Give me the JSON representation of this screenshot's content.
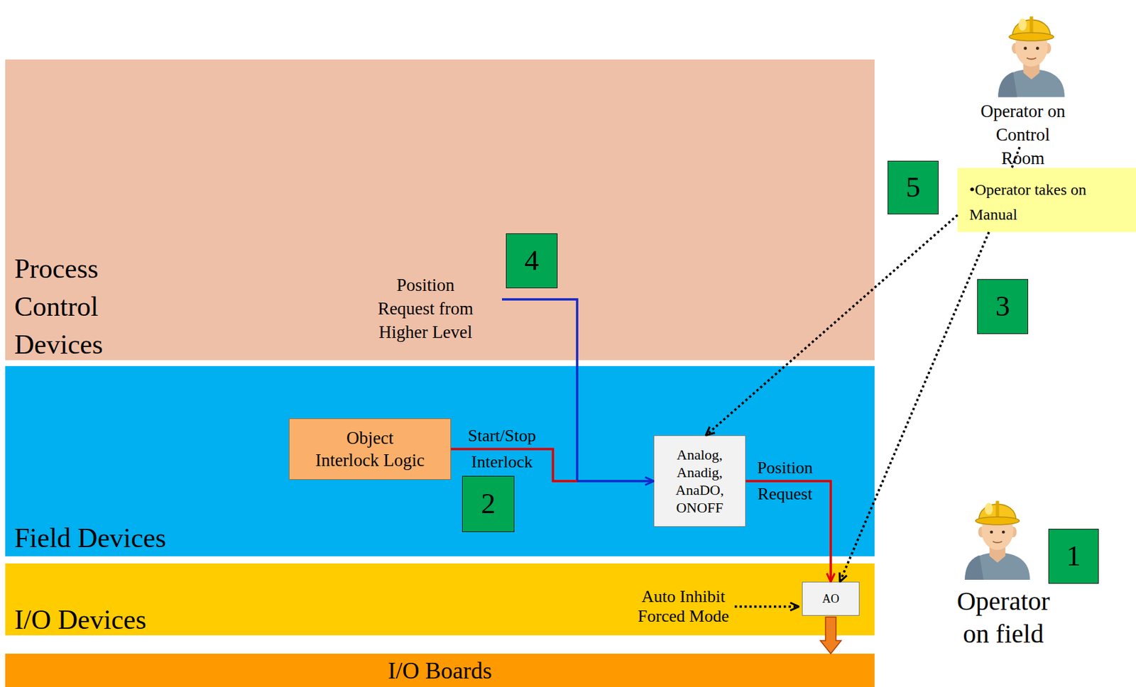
{
  "diagram": {
    "nodes": [
      {
        "text": [
          "Operator on Control Room"
        ]
      },
      {
        "text": [
          "Process Control Devices"
        ]
      },
      {
        "text": [
          "5"
        ]
      },
      {
        "text": [
          "•Operator takes on Manual"
        ]
      },
      {
        "text": [
          "4"
        ],
        "in": 1
      },
      {
        "text": [
          "3"
        ]
      },
      {
        "text": [
          "Field Devices"
        ]
      },
      {
        "text": [
          "Object Interlock Logic"
        ],
        "in": 6
      },
      {
        "text": [
          "Analog, Anadig, AnaDO, ONOFF"
        ],
        "in": 6
      },
      {
        "text": [
          "2"
        ],
        "in": 6
      },
      {
        "text": [
          "1"
        ]
      },
      {
        "text": [
          "Operator on field"
        ]
      },
      {
        "text": [
          "I/O Devices"
        ]
      },
      {
        "text": [
          "AO"
        ],
        "in": 12
      },
      {
        "text": [
          "I/O Boards"
        ]
      }
    ],
    "edges": [
      {
        "from": 0,
        "to": 3,
        "arrow": "none"
      },
      {
        "from": 3,
        "to": 8,
        "arrow": "to"
      },
      {
        "from": 3,
        "to": 13,
        "arrow": "to"
      },
      {
        "from": 7,
        "to": 8,
        "label": "Start/Stop Interlock",
        "arrow": "to"
      },
      {
        "from": 8,
        "to": 13,
        "label": "Position Request",
        "arrow": "to"
      },
      {
        "from": 13,
        "to": 14,
        "arrow": "to"
      }
    ],
    "labels": [
      "Position Request from Higher Level",
      "Auto Inhibit Forced Mode"
    ]
  }
}
